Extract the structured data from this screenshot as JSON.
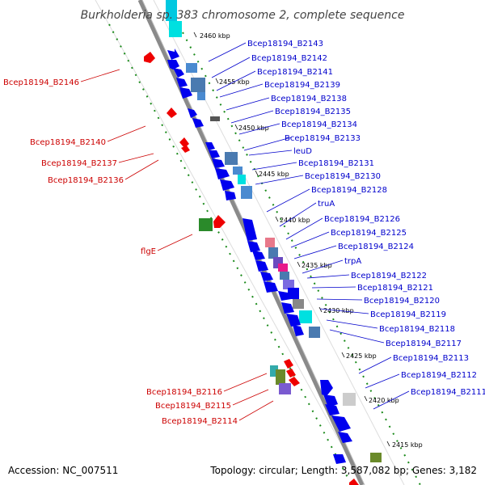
{
  "title": "Burkholderia sp. 383 chromosome 2, complete sequence",
  "accession": "Accession: NC_007511",
  "topology": "Topology: circular; Length: 3,587,082 bp; Genes: 3,182",
  "colors": {
    "backbone": "#8a8a8a",
    "label_right": "#0000cc",
    "label_left": "#cc0000",
    "gc_track": "#1a8a1a",
    "forward_gene": "#0000ee",
    "reverse_gene": "#ee0000"
  },
  "kbp_ticks": [
    "2460 kbp",
    "2455 kbp",
    "2450 kbp",
    "2445 kbp",
    "2440 kbp",
    "2435 kbp",
    "2430 kbp",
    "2425 kbp",
    "2420 kbp",
    "2415 kbp"
  ],
  "right_labels": [
    "Bcep18194_B2143",
    "Bcep18194_B2142",
    "Bcep18194_B2141",
    "Bcep18194_B2139",
    "Bcep18194_B2138",
    "Bcep18194_B2135",
    "Bcep18194_B2134",
    "Bcep18194_B2133",
    "leuD",
    "Bcep18194_B2131",
    "Bcep18194_B2130",
    "Bcep18194_B2128",
    "truA",
    "Bcep18194_B2126",
    "Bcep18194_B2125",
    "Bcep18194_B2124",
    "trpA",
    "Bcep18194_B2122",
    "Bcep18194_B2121",
    "Bcep18194_B2120",
    "Bcep18194_B2119",
    "Bcep18194_B2118",
    "Bcep18194_B2117",
    "Bcep18194_B2113",
    "Bcep18194_B2112",
    "Bcep18194_B2111"
  ],
  "left_labels": [
    "Bcep18194_B2146",
    "Bcep18194_B2140",
    "Bcep18194_B2137",
    "Bcep18194_B2136",
    "flgE",
    "Bcep18194_B2116",
    "Bcep18194_B2115",
    "Bcep18194_B2114"
  ]
}
